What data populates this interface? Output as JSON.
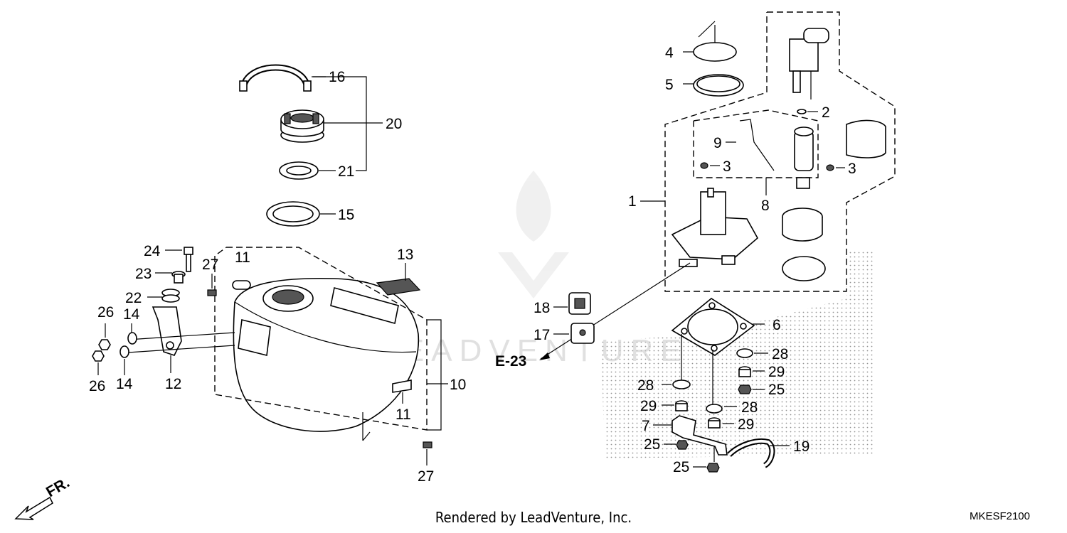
{
  "callouts": [
    {
      "id": "c4",
      "text": "4"
    },
    {
      "id": "c5",
      "text": "5"
    },
    {
      "id": "c16",
      "text": "16"
    },
    {
      "id": "c20",
      "text": "20"
    },
    {
      "id": "c21",
      "text": "21"
    },
    {
      "id": "c15",
      "text": "15"
    },
    {
      "id": "c2",
      "text": "2"
    },
    {
      "id": "c9",
      "text": "9"
    },
    {
      "id": "c3a",
      "text": "3"
    },
    {
      "id": "c3b",
      "text": "3"
    },
    {
      "id": "c8",
      "text": "8"
    },
    {
      "id": "c1",
      "text": "1"
    },
    {
      "id": "c24",
      "text": "24"
    },
    {
      "id": "c23",
      "text": "23"
    },
    {
      "id": "c22",
      "text": "22"
    },
    {
      "id": "c27a",
      "text": "27"
    },
    {
      "id": "c11a",
      "text": "11"
    },
    {
      "id": "c13",
      "text": "13"
    },
    {
      "id": "c26a",
      "text": "26"
    },
    {
      "id": "c14a",
      "text": "14"
    },
    {
      "id": "c26b",
      "text": "26"
    },
    {
      "id": "c14b",
      "text": "14"
    },
    {
      "id": "c12",
      "text": "12"
    },
    {
      "id": "c10",
      "text": "10"
    },
    {
      "id": "c11b",
      "text": "11"
    },
    {
      "id": "c27b",
      "text": "27"
    },
    {
      "id": "c18",
      "text": "18"
    },
    {
      "id": "c17",
      "text": "17"
    },
    {
      "id": "c6",
      "text": "6"
    },
    {
      "id": "c28a",
      "text": "28"
    },
    {
      "id": "c29a",
      "text": "29"
    },
    {
      "id": "c25a",
      "text": "25"
    },
    {
      "id": "c28b",
      "text": "28"
    },
    {
      "id": "c29b",
      "text": "29"
    },
    {
      "id": "c28c",
      "text": "28"
    },
    {
      "id": "c7",
      "text": "7"
    },
    {
      "id": "c29c",
      "text": "29"
    },
    {
      "id": "c25b",
      "text": "25"
    },
    {
      "id": "c19",
      "text": "19"
    },
    {
      "id": "c25c",
      "text": "25"
    }
  ],
  "reference": "E-23",
  "direction": "FR.",
  "watermark": "LEADVENTURE",
  "footer": "Rendered by LeadVenture, Inc.",
  "diagram_code": "MKESF2100"
}
